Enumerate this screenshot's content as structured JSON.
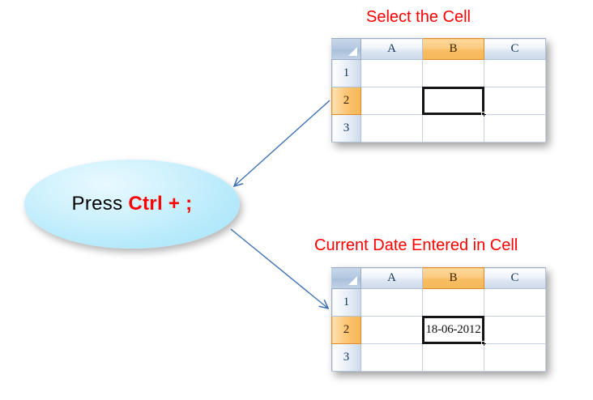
{
  "callout": {
    "name": "press-ctrl-semicolon-callout",
    "prefix": "Press ",
    "shortcut": "Ctrl + ;",
    "fill_color": "#b6eafb",
    "text_color": "#000000",
    "shortcut_color": "#ff0000"
  },
  "titles": {
    "top": "Select the Cell",
    "bottom": "Current Date Entered in Cell",
    "color": "#ff0000"
  },
  "sheets": {
    "top": {
      "name": "select-the-cell-sheet",
      "columns": [
        "A",
        "B",
        "C"
      ],
      "rows": [
        "1",
        "2",
        "3"
      ],
      "selected_column": "B",
      "selected_row": "2",
      "active_cell": "B2",
      "cells": {
        "A1": "",
        "B1": "",
        "C1": "",
        "A2": "",
        "B2": "",
        "C2": "",
        "A3": "",
        "B3": "",
        "C3": ""
      }
    },
    "bottom": {
      "name": "current-date-entered-sheet",
      "columns": [
        "A",
        "B",
        "C"
      ],
      "rows": [
        "1",
        "2",
        "3"
      ],
      "selected_column": "B",
      "selected_row": "2",
      "active_cell": "B2",
      "cells": {
        "A1": "",
        "B1": "",
        "C1": "",
        "A2": "",
        "B2": "18-06-2012",
        "C2": "",
        "A3": "",
        "B3": "",
        "C3": ""
      }
    }
  },
  "arrows": [
    {
      "name": "arrow-to-callout-from-top-sheet",
      "from": "top-sheet",
      "to": "callout",
      "color": "#3f72b5"
    },
    {
      "name": "arrow-from-callout-to-bottom-sheet",
      "from": "callout",
      "to": "bottom-sheet",
      "color": "#3f72b5"
    }
  ],
  "colors": {
    "header_selected": "#f8bc62",
    "header_normal": "#dfe8f3",
    "grid_line": "#d3ddeb",
    "selection_border": "#141414",
    "arrow": "#3f72b5"
  }
}
